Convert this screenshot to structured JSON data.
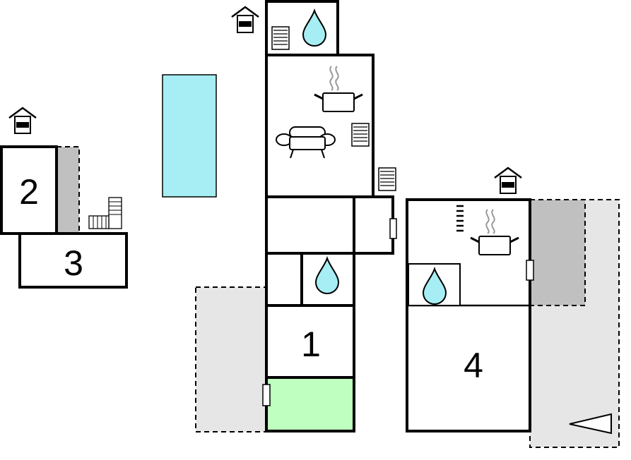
{
  "floorplan": {
    "rooms": [
      {
        "id": "room-1",
        "label": "1"
      },
      {
        "id": "room-2",
        "label": "2"
      },
      {
        "id": "room-3",
        "label": "3"
      },
      {
        "id": "room-4",
        "label": "4"
      }
    ],
    "icons": [
      "entrance-house-icon",
      "water-drop-icon",
      "stove-pot-icon",
      "sofa-icon",
      "stairs-icon",
      "window-icon",
      "north-arrow-icon"
    ],
    "colors": {
      "pool": "#a6eef4",
      "terrace": "#e6e6e6",
      "covered_area": "#c0c0c0",
      "garden": "#bfffbf",
      "wall": "#000000"
    }
  }
}
